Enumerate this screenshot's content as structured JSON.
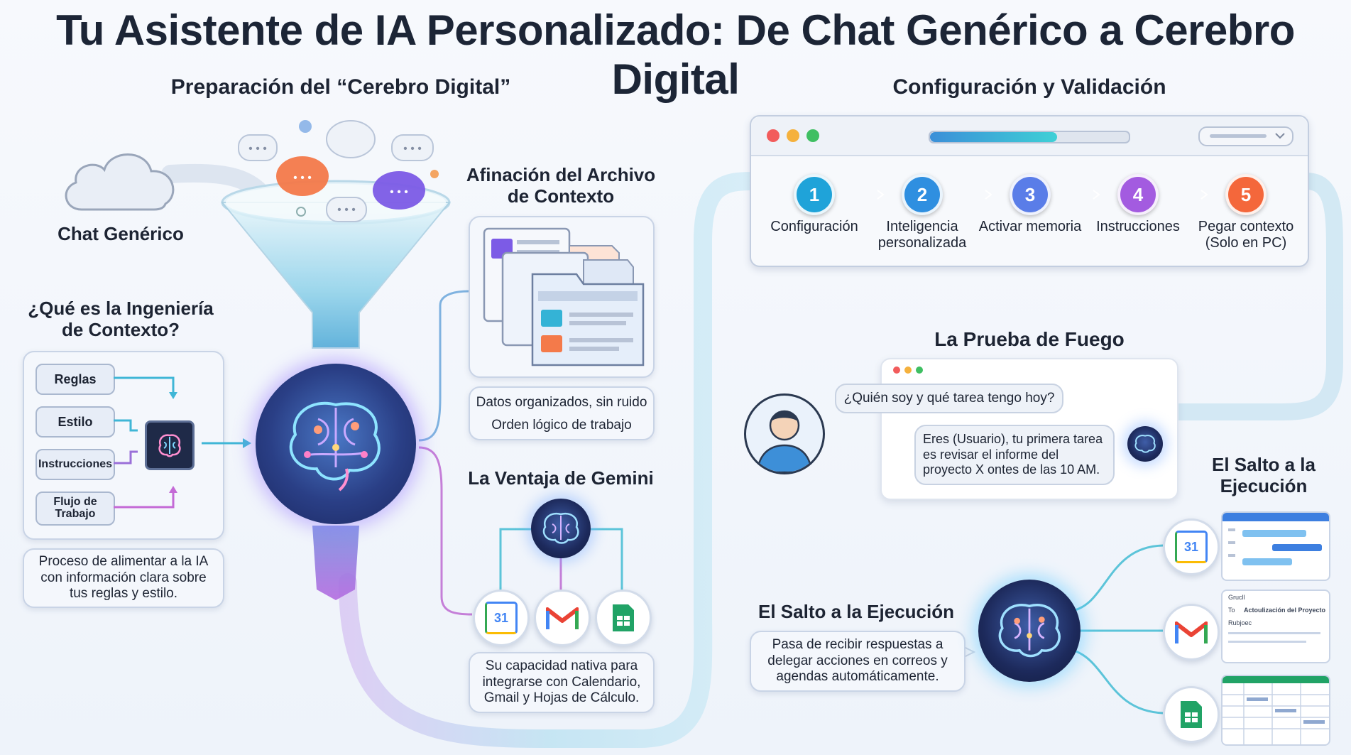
{
  "title": "Tu Asistente de IA Personalizado: De Chat Genérico a Cerebro Digital",
  "left": {
    "heading": "Preparación del “Cerebro Digital”",
    "chat_label": "Chat Genérico",
    "context_heading": "¿Qué es la Ingeniería de Contexto?",
    "inputs": [
      "Reglas",
      "Estilo",
      "Instrucciones",
      "Flujo de Trabajo"
    ],
    "context_caption": "Proceso de alimentar a la IA con información clara sobre tus reglas y estilo."
  },
  "middle": {
    "archivo_heading": "Afinación del Archivo de Contexto",
    "archivo_lines": [
      "Datos organizados, sin ruido",
      "Orden lógico de trabajo"
    ],
    "gemini_heading": "La Ventaja de Gemini",
    "gemini_caption": "Su capacidad nativa para integrarse con Calendario, Gmail y Hojas de Cálculo.",
    "calendar_number": "31"
  },
  "right": {
    "config_heading": "Configuración y Validación",
    "steps": [
      {
        "num": "1",
        "label": "Configuración",
        "color": "#1fa3d9"
      },
      {
        "num": "2",
        "label": "Inteligencia personalizada",
        "color": "#2f8fe0"
      },
      {
        "num": "3",
        "label": "Activar memoria",
        "color": "#5a7de8"
      },
      {
        "num": "4",
        "label": "Instrucciones",
        "color": "#a35be0"
      },
      {
        "num": "5",
        "label": "Pegar contexto (Solo en PC)",
        "color": "#f4673b"
      }
    ],
    "test_heading": "La Prueba de Fuego",
    "question": "¿Quién soy y qué tarea tengo hoy?",
    "answer": "Eres (Usuario), tu primera tarea es revisar el informe del proyecto X ontes de las 10 AM.",
    "exec_heading": "El Salto a la Ejecución",
    "exec_caption": "Pasa de recibir respuestas a delegar acciones en correos y agendas automáticamente.",
    "exec_heading_side": "El Salto a la Ejecución",
    "mail_from": "Grucll",
    "mail_to_label": "To",
    "mail_subject": "Actoulización del Proyecto",
    "mail_body": "Rubjoec",
    "calendar_number": "31"
  }
}
